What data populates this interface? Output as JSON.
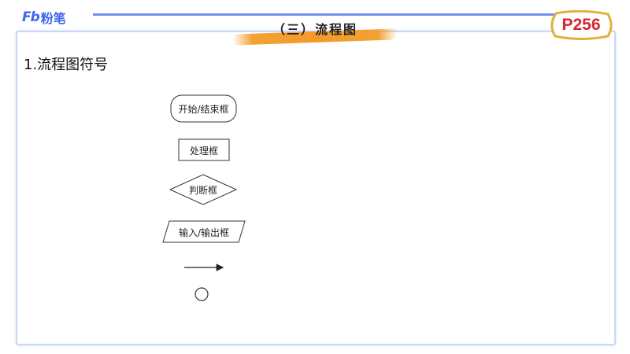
{
  "brand": {
    "logo_mark": "Fb",
    "logo_text": "粉笔",
    "color": "#3f66f0"
  },
  "header": {
    "section_title": "（三）流程图",
    "page_badge": "P256",
    "badge_color": "#d7262e",
    "stripe_color": "#f3a135"
  },
  "content": {
    "subtitle": "1.流程图符号",
    "symbols": [
      {
        "shape": "terminal",
        "label": "开始/结束框"
      },
      {
        "shape": "process",
        "label": "处理框"
      },
      {
        "shape": "decision",
        "label": "判断框"
      },
      {
        "shape": "input-output",
        "label": "输入/输出框"
      },
      {
        "shape": "flow-line",
        "label": ""
      },
      {
        "shape": "connector",
        "label": ""
      }
    ]
  }
}
